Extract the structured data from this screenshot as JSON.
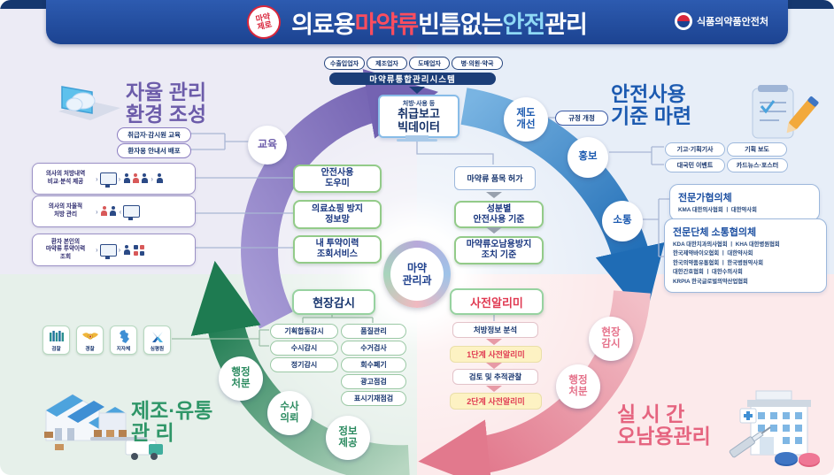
{
  "banner": {
    "seal": "마약\n제로",
    "title_1": "의료용 ",
    "title_2": "마약류",
    "title_3": " 빈틈없는 ",
    "title_4": "안전",
    "title_5": "관리",
    "agency": "식품의약품안전처"
  },
  "topflow": {
    "entities": [
      "수출입업자",
      "제조업자",
      "도매업자",
      "병·의원·약국"
    ],
    "system": "마약류통합관리시스템",
    "monitor": {
      "small": "처방·사용 등",
      "line1": "취급보고",
      "line2": "빅데이터"
    }
  },
  "center": {
    "label": "마약\n관리과"
  },
  "tl": {
    "title": "자율 관리\n환경 조성",
    "edu_circle": "교육",
    "pills": [
      "취급자·감시원 교육",
      "환자용 안내서 배포"
    ],
    "rows": [
      "의사의 처방내역\n비교·분석 제공",
      "의사의 자율적\n처방 관리",
      "환자 본인의\n마약류 투약이력\n조회"
    ],
    "boxes": [
      "안전사용\n도우미",
      "의료쇼핑 방지\n정보망",
      "내 투약이력\n조회서비스"
    ]
  },
  "tr": {
    "title": "안전사용\n기준 마련",
    "circles": [
      "제도\n개선",
      "홍보",
      "소통"
    ],
    "rule_pill": "규정 개정",
    "media_pills": [
      "기고·기획기사",
      "기획 보도",
      "대국민 이벤트",
      "카드뉴스·포스터"
    ],
    "expert": {
      "title": "전문가협의체",
      "members": "KMA 대한의사협회  ㅣ  대한약사회"
    },
    "orgs": {
      "title": "전문단체 소통협의체",
      "rows": [
        "KDA 대한치과의사협회  ㅣ  KHA 대한병원협회",
        "한국제약바이오협회  ㅣ  대한약사회",
        "한국의약품유통협회  ㅣ  한국병원약사회",
        "대한간호협회  ㅣ  대한수의사회",
        "KRPIA  한국글로벌의약산업협회"
      ]
    },
    "flow": [
      "마약류 품목 허가",
      "성분별\n안전사용 기준",
      "마약류오남용방지\n조치 기준"
    ]
  },
  "bl": {
    "header": "현장감시",
    "col1": [
      "기획합동감시",
      "수시감시",
      "정기감시"
    ],
    "col2": [
      "품질관리",
      "수거검사",
      "회수폐기",
      "광고점검",
      "표시기재점검"
    ],
    "circles": [
      "행정\n처분",
      "수사\n의뢰",
      "정보\n제공"
    ],
    "agencies": [
      "검찰",
      "경찰",
      "지자체",
      "심평원"
    ],
    "title": "제조·유통\n관       리"
  },
  "br": {
    "header": "사전알리미",
    "steps": [
      "처방정보 분석",
      "1단계 사전알리미",
      "검토 및 추적관찰",
      "2단계 사전알리미"
    ],
    "circles": [
      "현장\n감시",
      "행정\n처분"
    ],
    "title": "실 시 간\n오남용관리"
  },
  "colors": {
    "banner_blue": "#1c4391",
    "title_red": "#ff4d5e",
    "title_cyan": "#8fd9f5",
    "purple": "#6c5caa",
    "blue": "#1c5ab0",
    "green": "#2f9668",
    "pink": "#e5647f",
    "navy_text": "#17356e",
    "green_border": "#93cb89",
    "yellow_bg": "#fdf2c3",
    "alert_red": "#e03a52"
  }
}
